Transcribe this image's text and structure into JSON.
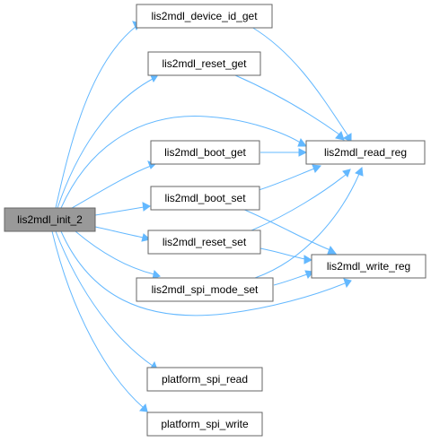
{
  "graph": {
    "root": "lis2mdl_init_2",
    "nodes": {
      "init": "lis2mdl_init_2",
      "device_id_get": "lis2mdl_device_id_get",
      "reset_get": "lis2mdl_reset_get",
      "boot_get": "lis2mdl_boot_get",
      "boot_set": "lis2mdl_boot_set",
      "reset_set": "lis2mdl_reset_set",
      "spi_mode_set": "lis2mdl_spi_mode_set",
      "platform_spi_read": "platform_spi_read",
      "platform_spi_write": "platform_spi_write",
      "read_reg": "lis2mdl_read_reg",
      "write_reg": "lis2mdl_write_reg"
    },
    "edges": [
      [
        "lis2mdl_init_2",
        "lis2mdl_device_id_get"
      ],
      [
        "lis2mdl_init_2",
        "lis2mdl_reset_get"
      ],
      [
        "lis2mdl_init_2",
        "lis2mdl_read_reg"
      ],
      [
        "lis2mdl_init_2",
        "lis2mdl_boot_get"
      ],
      [
        "lis2mdl_init_2",
        "lis2mdl_boot_set"
      ],
      [
        "lis2mdl_init_2",
        "lis2mdl_reset_set"
      ],
      [
        "lis2mdl_init_2",
        "lis2mdl_spi_mode_set"
      ],
      [
        "lis2mdl_init_2",
        "lis2mdl_write_reg"
      ],
      [
        "lis2mdl_init_2",
        "platform_spi_read"
      ],
      [
        "lis2mdl_init_2",
        "platform_spi_write"
      ],
      [
        "lis2mdl_device_id_get",
        "lis2mdl_read_reg"
      ],
      [
        "lis2mdl_reset_get",
        "lis2mdl_read_reg"
      ],
      [
        "lis2mdl_boot_get",
        "lis2mdl_read_reg"
      ],
      [
        "lis2mdl_boot_set",
        "lis2mdl_read_reg"
      ],
      [
        "lis2mdl_boot_set",
        "lis2mdl_write_reg"
      ],
      [
        "lis2mdl_reset_set",
        "lis2mdl_read_reg"
      ],
      [
        "lis2mdl_reset_set",
        "lis2mdl_write_reg"
      ],
      [
        "lis2mdl_spi_mode_set",
        "lis2mdl_read_reg"
      ],
      [
        "lis2mdl_spi_mode_set",
        "lis2mdl_write_reg"
      ]
    ],
    "colors": {
      "edge": "#63b8ff",
      "node_border": "#666666",
      "node_fill": "#ffffff",
      "root_fill": "#999999"
    }
  }
}
